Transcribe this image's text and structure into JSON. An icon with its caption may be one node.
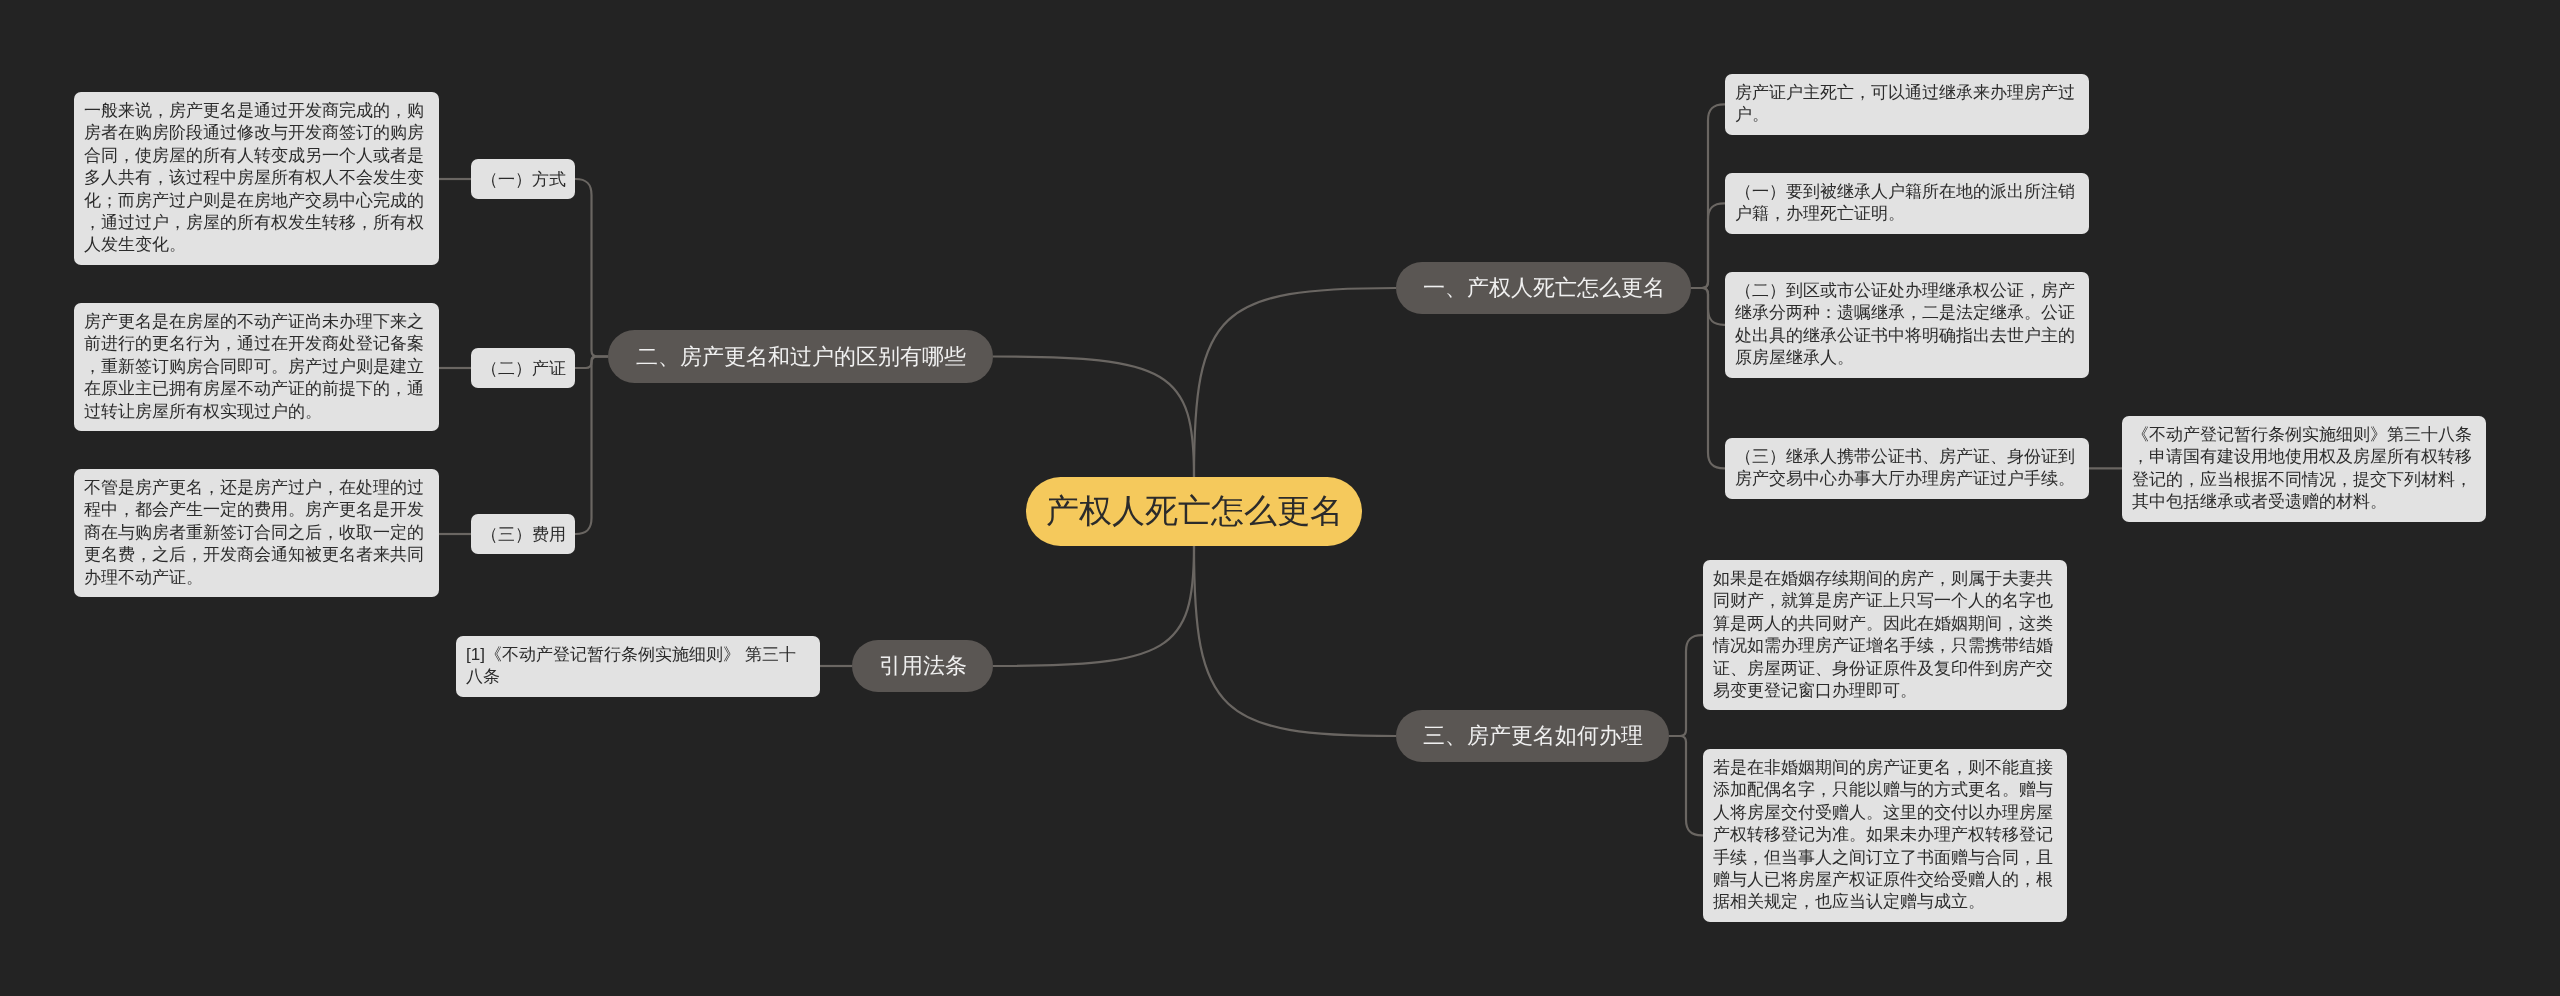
{
  "diagram": {
    "nodes": [
      {
        "text": [
          "产权人死亡怎么更名"
        ]
      },
      {
        "text": [
          "一、产权人死亡怎么更名"
        ]
      },
      {
        "text": [
          "房产证户主死亡，可以通过继承来办理房产过户。"
        ]
      },
      {
        "text": [
          "（一）要到被继承人户籍所在地的派出所注销户籍，办理死亡证明。"
        ]
      },
      {
        "text": [
          "（二）到区或市公证处办理继承权公证，房产继承分两种：遗嘱继承，二是法定继承。公证处出具的继承公证书中将明确指出去世户主的原房屋继承人。"
        ]
      },
      {
        "text": [
          "（三）继承人携带公证书、房产证、身份证到房产交易中心办事大厅办理房产证过户手续。"
        ]
      },
      {
        "text": [
          "《不动产登记暂行条例实施细则》第三十八条，申请国有建设用地使用权及房屋所有权转移登记的，应当根据不同情况，提交下列材料，其中包括继承或者受遗赠的材料。"
        ]
      },
      {
        "text": [
          "三、房产更名如何办理"
        ]
      },
      {
        "text": [
          "如果是在婚姻存续期间的房产，则属于夫妻共同财产，就算是房产证上只写一个人的名字也算是两人的共同财产。因此在婚姻期间，这类情况如需办理房产证增名手续，只需携带结婚证、房屋两证、身份证原件及复印件到房产交易变更登记窗口办理即可。"
        ]
      },
      {
        "text": [
          "若是在非婚姻期间的房产证更名，则不能直接添加配偶名字，只能以赠与的方式更名。赠与人将房屋交付受赠人。这里的交付以办理房屋产权转移登记为准。如果未办理产权转移登记手续，但当事人之间订立了书面赠与合同，且赠与人已将房屋产权证原件交给受赠人的，根据相关规定，也应当认定赠与成立。"
        ]
      },
      {
        "text": [
          "二、房产更名和过户的区别有哪些"
        ]
      },
      {
        "text": [
          "（一）方式"
        ]
      },
      {
        "text": [
          "一般来说，房产更名是通过开发商完成的，购房者在购房阶段通过修改与开发商签订的购房合同，使房屋的所有人转变成另一个人或者是多人共有，该过程中房屋所有权人不会发生变化；而房产过户则是在房地产交易中心完成的，通过过户，房屋的所有权发生转移，所有权人发生变化。"
        ]
      },
      {
        "text": [
          "（二）产证"
        ]
      },
      {
        "text": [
          "房产更名是在房屋的不动产证尚未办理下来之前进行的更名行为，通过在开发商处登记备案，重新签订购房合同即可。房产过户则是建立在原业主已拥有房屋不动产证的前提下的，通过转让房屋所有权实现过户的。"
        ]
      },
      {
        "text": [
          "（三）费用"
        ]
      },
      {
        "text": [
          "不管是房产更名，还是房产过户，在处理的过程中，都会产生一定的费用。房产更名是开发商在与购房者重新签订合同之后，收取一定的更名费，之后，开发商会通知被更名者来共同办理不动产证。"
        ]
      },
      {
        "text": [
          "引用法条"
        ]
      },
      {
        "text": [
          "[1]《不动产登记暂行条例实施细则》 第三十八条"
        ]
      }
    ],
    "edges": [
      {
        "from": 0,
        "to": 1,
        "arrow": "none"
      },
      {
        "from": 1,
        "to": 2,
        "arrow": "none"
      },
      {
        "from": 1,
        "to": 3,
        "arrow": "none"
      },
      {
        "from": 1,
        "to": 4,
        "arrow": "none"
      },
      {
        "from": 1,
        "to": 5,
        "arrow": "none"
      },
      {
        "from": 5,
        "to": 6,
        "arrow": "none"
      },
      {
        "from": 0,
        "to": 7,
        "arrow": "none"
      },
      {
        "from": 7,
        "to": 8,
        "arrow": "none"
      },
      {
        "from": 7,
        "to": 9,
        "arrow": "none"
      },
      {
        "from": 0,
        "to": 10,
        "arrow": "none"
      },
      {
        "from": 10,
        "to": 11,
        "arrow": "none"
      },
      {
        "from": 11,
        "to": 12,
        "arrow": "none"
      },
      {
        "from": 10,
        "to": 13,
        "arrow": "none"
      },
      {
        "from": 13,
        "to": 14,
        "arrow": "none"
      },
      {
        "from": 10,
        "to": 15,
        "arrow": "none"
      },
      {
        "from": 15,
        "to": 16,
        "arrow": "none"
      },
      {
        "from": 0,
        "to": 17,
        "arrow": "none"
      },
      {
        "from": 17,
        "to": 18,
        "arrow": "none"
      }
    ]
  }
}
